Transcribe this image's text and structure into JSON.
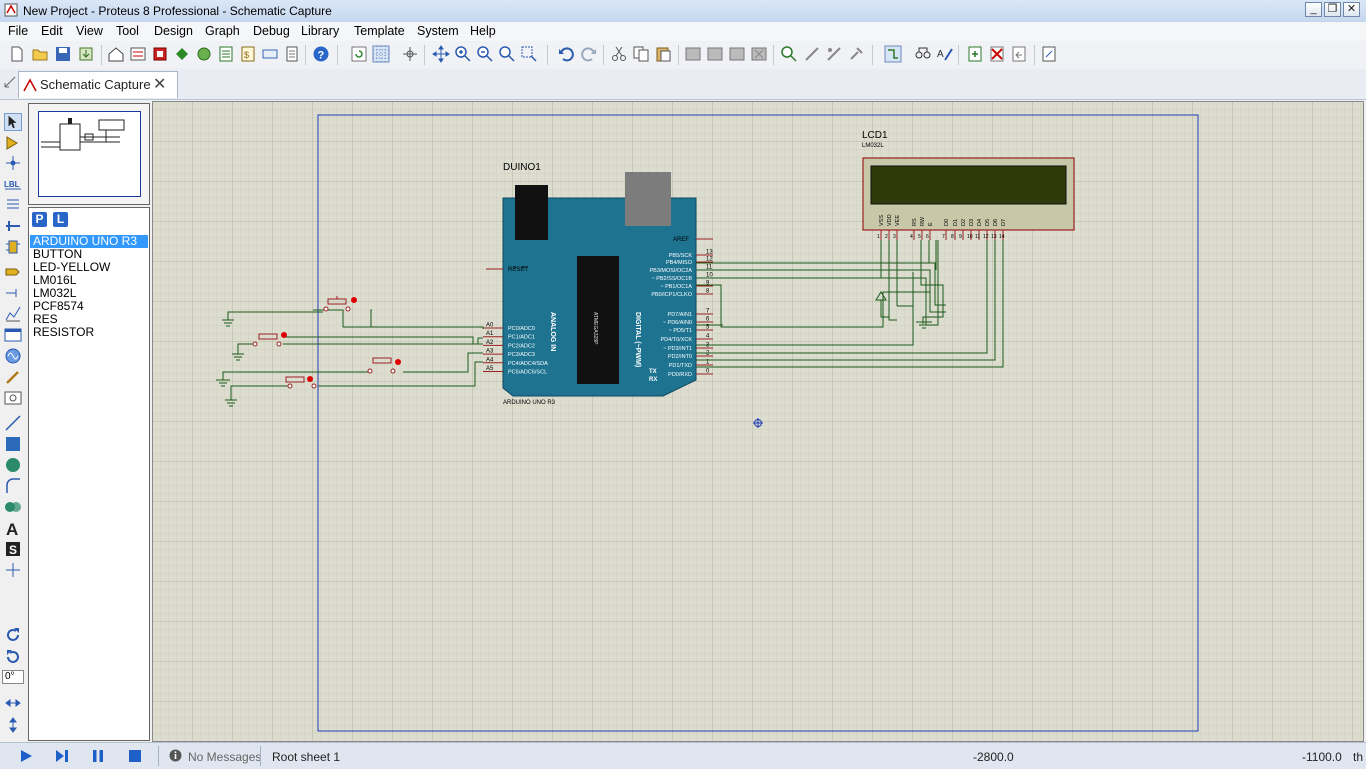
{
  "window": {
    "title": "New Project - Proteus 8 Professional - Schematic Capture"
  },
  "menu": [
    "File",
    "Edit",
    "View",
    "Tool",
    "Design",
    "Graph",
    "Debug",
    "Library",
    "Template",
    "System",
    "Help"
  ],
  "tab": {
    "label": "Schematic Capture"
  },
  "device_panel": {
    "p_label": "P",
    "l_label": "L",
    "items": [
      "ARDUINO UNO R3",
      "BUTTON",
      "LED-YELLOW",
      "LM016L",
      "LM032L",
      "PCF8574",
      "RES",
      "RESISTOR"
    ],
    "selected_index": 0
  },
  "rotation": {
    "value": "0°"
  },
  "schematic": {
    "arduino": {
      "ref": "DUINO1",
      "type": "ARDUINO UNO R3",
      "reset": "RESET",
      "aref": "AREF",
      "analog_label": "ANALOG IN",
      "digital_label": "DIGITAL (~PWM)",
      "tx": "TX",
      "rx": "RX",
      "chip_label": "ATMEGA328P",
      "analog_pins": [
        {
          "num": "A0",
          "name": "PC0/ADC0"
        },
        {
          "num": "A1",
          "name": "PC1/ADC1"
        },
        {
          "num": "A2",
          "name": "PC2/ADC2"
        },
        {
          "num": "A3",
          "name": "PC3/ADC3"
        },
        {
          "num": "A4",
          "name": "PC4/ADC4/SDA"
        },
        {
          "num": "A5",
          "name": "PC5/ADC5/SCL"
        }
      ],
      "digital_pins": [
        {
          "num": "13",
          "name": "PB5/SCK"
        },
        {
          "num": "12",
          "name": "PB4/MISO"
        },
        {
          "num": "11",
          "name": "PB3/MOSI/OC2A"
        },
        {
          "num": "10",
          "name": "~ PB2/SS/OC1B"
        },
        {
          "num": "9",
          "name": "~ PB1/OC1A"
        },
        {
          "num": "8",
          "name": "PB0/ICP1/CLKO"
        },
        {
          "num": "7",
          "name": "PD7/AIN1"
        },
        {
          "num": "6",
          "name": "~ PD6/AIN0"
        },
        {
          "num": "5",
          "name": "~ PD5/T1"
        },
        {
          "num": "4",
          "name": "PD4/T0/XCK"
        },
        {
          "num": "3",
          "name": "~ PD3/INT1"
        },
        {
          "num": "2",
          "name": "PD2/INT0"
        },
        {
          "num": "1",
          "name": "PD1/TXD"
        },
        {
          "num": "0",
          "name": "PD0/RXD"
        }
      ]
    },
    "lcd": {
      "ref": "LCD1",
      "type": "LM032L",
      "pins": [
        {
          "name": "VSS",
          "num": "1"
        },
        {
          "name": "VDD",
          "num": "2"
        },
        {
          "name": "VEE",
          "num": "3"
        },
        {
          "name": "RS",
          "num": "4"
        },
        {
          "name": "RW",
          "num": "5"
        },
        {
          "name": "E",
          "num": "6"
        },
        {
          "name": "D0",
          "num": "7"
        },
        {
          "name": "D1",
          "num": "8"
        },
        {
          "name": "D2",
          "num": "9"
        },
        {
          "name": "D3",
          "num": "10"
        },
        {
          "name": "D4",
          "num": "11"
        },
        {
          "name": "D5",
          "num": "12"
        },
        {
          "name": "D6",
          "num": "13"
        },
        {
          "name": "D7",
          "num": "14"
        }
      ]
    }
  },
  "status": {
    "messages": "No Messages",
    "sheet": "Root sheet 1",
    "x": "-2800.0",
    "y": "-1100.0",
    "unit": "th"
  }
}
